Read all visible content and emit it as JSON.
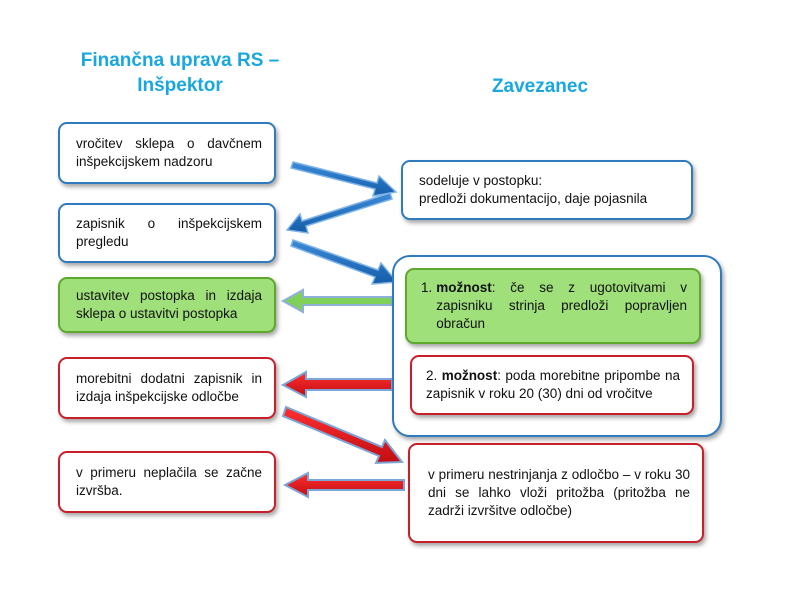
{
  "headings": {
    "left_line1": "Finančna uprava RS –",
    "left_line2": "Inšpektor",
    "right": "Zavezanec"
  },
  "left_boxes": [
    {
      "text": "vročitev sklepa o davčnem inšpekcijskem nadzoru"
    },
    {
      "text": "zapisnik o inšpekcijskem pregledu"
    },
    {
      "text": "ustavitev postopka in izdaja sklepa o ustavitvi postopka"
    },
    {
      "text": "morebitni dodatni zapisnik in izdaja inšpekcijske odločbe"
    },
    {
      "text": "v primeru neplačila se začne izvršba."
    }
  ],
  "right_boxes": {
    "participation_line1": "sodeluje v postopku:",
    "participation_line2": "predloži dokumentacijo, daje pojasnila",
    "option1_number": "1.",
    "option1_label": "možnost",
    "option1_text": ": če se z ugotovitvami v zapisniku strinja predloži popravljen obračun",
    "option2_number": "2.",
    "option2_label": "možnost",
    "option2_text": ": poda morebitne pripombe na zapisnik v roku 20 (30) dni od vročitve",
    "appeal": "v primeru nestrinjanja z odločbo – v roku 30 dni se lahko vloži pritožba (pritožba ne zadrži izvršitve odločbe)"
  },
  "colors": {
    "heading": "#1aa7e0",
    "blue_border": "#2f7bbd",
    "red_border": "#c8202a",
    "green_fill": "#9fe07a",
    "arrow_blue": "#1f6fc0",
    "arrow_red": "#e0151b",
    "arrow_green": "#7fd15a"
  }
}
